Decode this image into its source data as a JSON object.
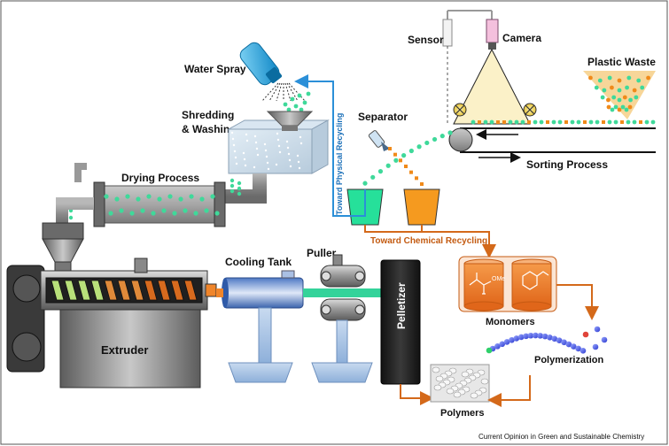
{
  "labels": {
    "sensor": "Sensor",
    "camera": "Camera",
    "plastic_waste": "Plastic Waste",
    "water_spray": "Water Spray",
    "shredding": "Shredding",
    "washing": "& Washing",
    "separator": "Separator",
    "sorting_process": "Sorting Process",
    "drying_process": "Drying Process",
    "toward_physical": "Toward Physical Recycling",
    "toward_chemical": "Toward Chemical Recycling",
    "cooling_tank": "Cooling Tank",
    "puller": "Puller",
    "pelletizer": "Pelletizer",
    "extruder": "Extruder",
    "monomers": "Monomers",
    "ome": "OMe",
    "polymerization": "Polymerization",
    "polymers": "Polymers"
  },
  "credit": "Current Opinion in Green and Sustainable Chemistry",
  "colors": {
    "green_particle": "#3fd99a",
    "orange_particle": "#f08a1a",
    "physical_arrow": "#2b8fd8",
    "chemical_arrow": "#d4691a",
    "monomer_fill": "#f07a28",
    "water_nozzle": "#1aa6e0",
    "pellet_bar": "#1c1c1c",
    "extrudate": "#34d39a"
  }
}
